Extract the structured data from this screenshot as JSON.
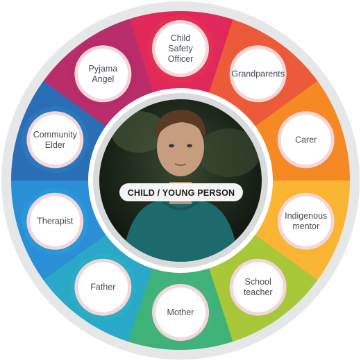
{
  "center": {
    "label": "CHILD / YOUNG PERSON"
  },
  "ring_colors": [
    "#e1285a",
    "#ec5a3a",
    "#f58a24",
    "#fbb534",
    "#a8c83a",
    "#3fb27a",
    "#2aa8c8",
    "#2a8fd6",
    "#2a6fb6",
    "#b82d6a"
  ],
  "nodes": [
    {
      "id": "child-safety-officer",
      "lines": [
        "Child",
        "Safety",
        "Officer"
      ],
      "color": "#e7354f"
    },
    {
      "id": "grandparents",
      "lines": [
        "Grandparents"
      ],
      "color": "#ee5b36"
    },
    {
      "id": "carer",
      "lines": [
        "Carer"
      ],
      "color": "#f58626"
    },
    {
      "id": "indigenous-mentor",
      "lines": [
        "Indigenous",
        "mentor"
      ],
      "color": "#f7b22e"
    },
    {
      "id": "school-teacher",
      "lines": [
        "School",
        "teacher"
      ],
      "color": "#a9c63b"
    },
    {
      "id": "mother",
      "lines": [
        "Mother"
      ],
      "color": "#47b27a"
    },
    {
      "id": "father",
      "lines": [
        "Father"
      ],
      "color": "#2eb0c4"
    },
    {
      "id": "therapist",
      "lines": [
        "Therapist"
      ],
      "color": "#2a9fdc"
    },
    {
      "id": "community-elder",
      "lines": [
        "Community",
        "Elder"
      ],
      "color": "#2b7ec3"
    },
    {
      "id": "pyjama-angel",
      "lines": [
        "Pyjama",
        "Angel"
      ],
      "color": "#b52c67"
    }
  ]
}
